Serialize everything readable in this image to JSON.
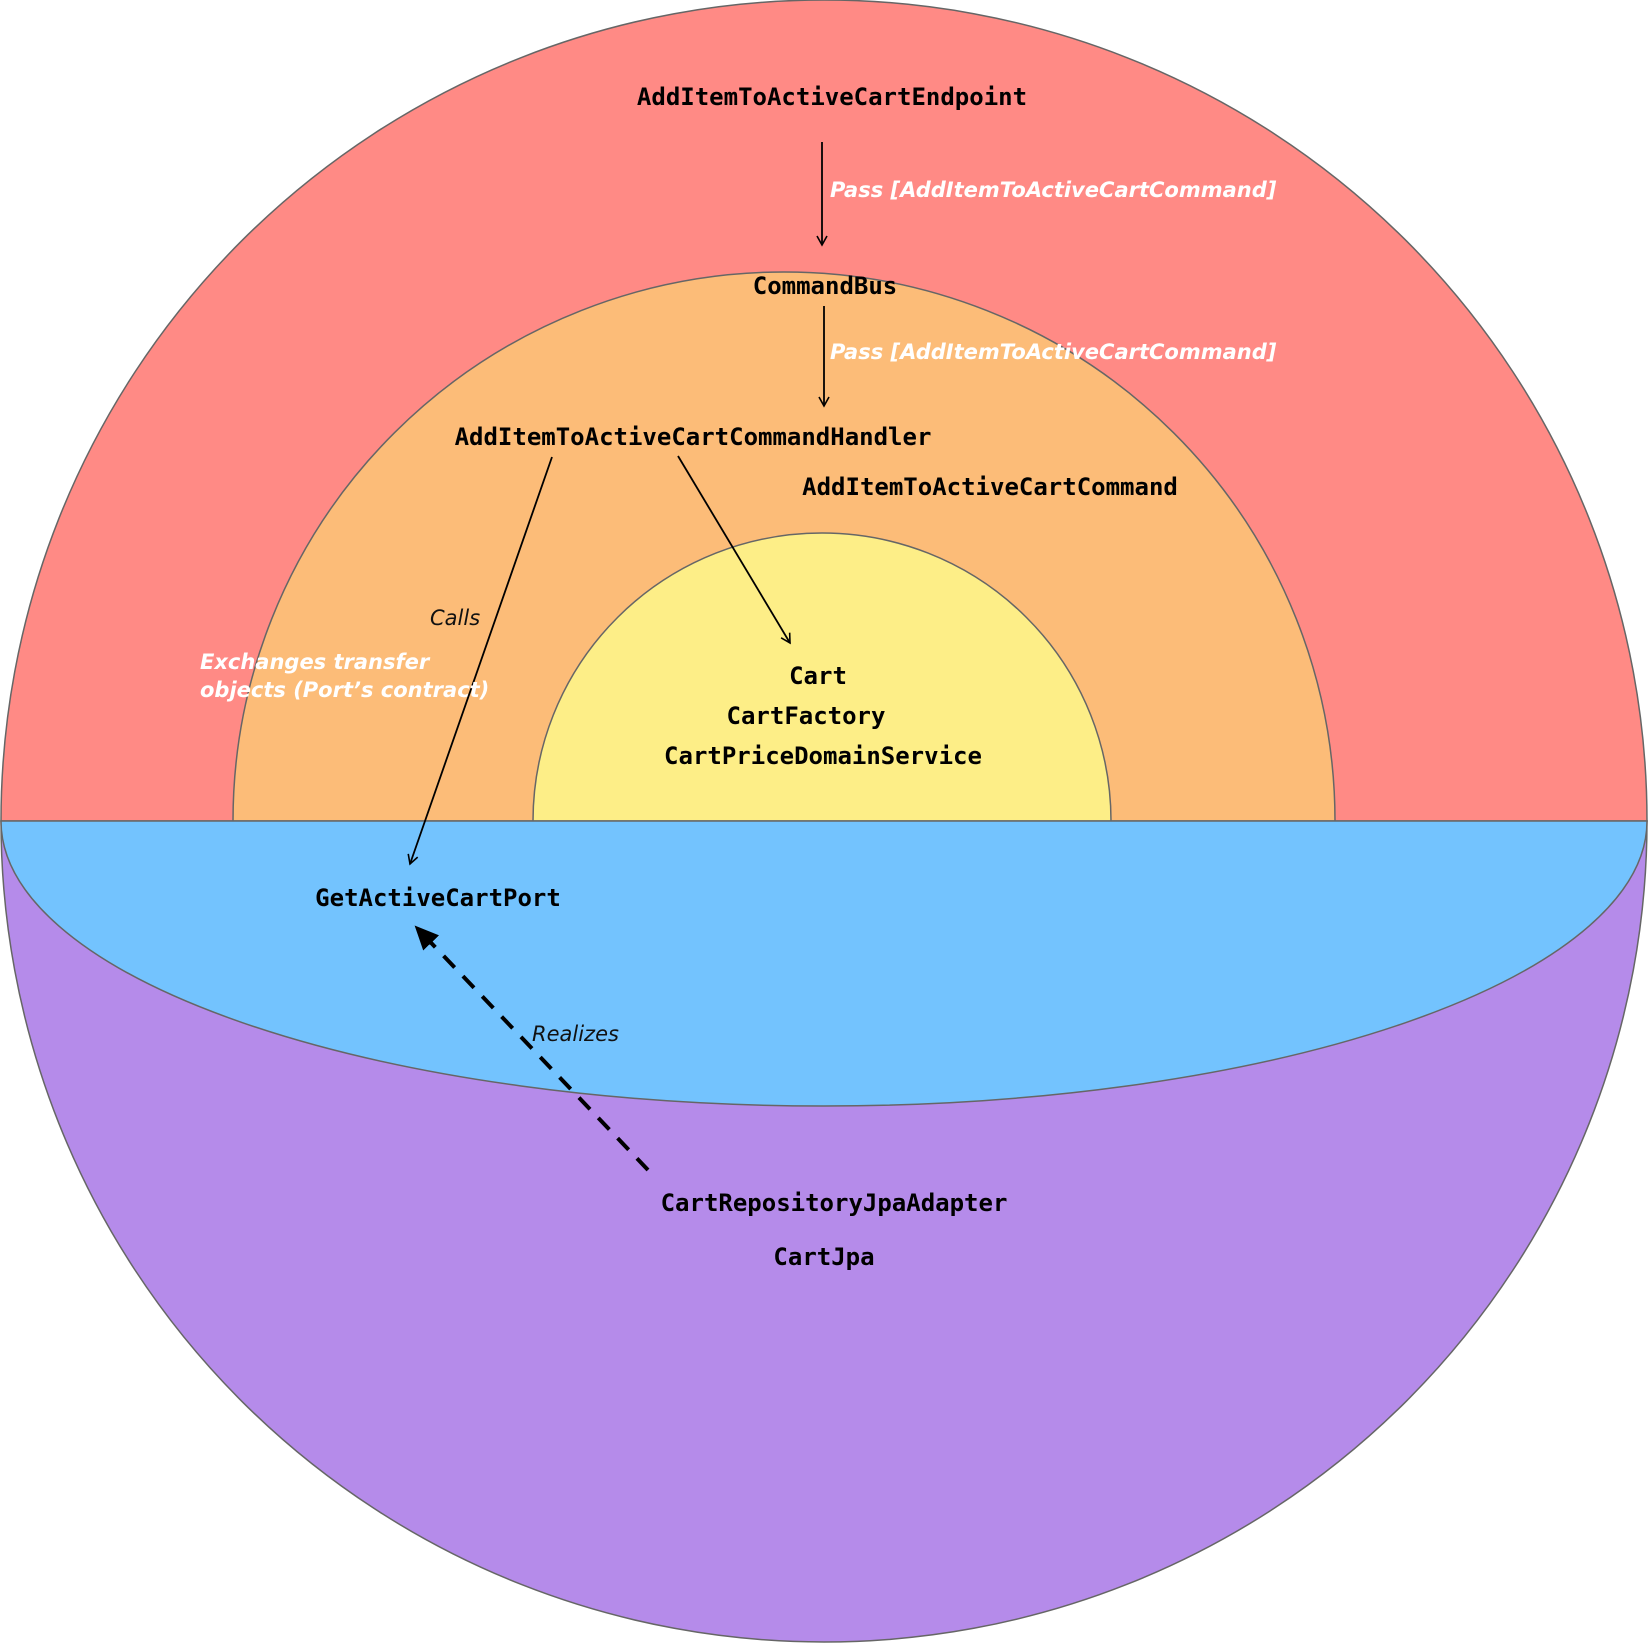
{
  "layers": {
    "infrastructure_in": {
      "color": "#ff8a85"
    },
    "application": {
      "color": "#fcbc78"
    },
    "domain": {
      "color": "#fdee87"
    },
    "ports": {
      "color": "#73c3fe"
    },
    "infrastructure_out": {
      "color": "#b58bea"
    },
    "outline_color": "#666666"
  },
  "labels": {
    "endpoint": "AddItemToActiveCartEndpoint",
    "command_bus": "CommandBus",
    "command_handler": "AddItemToActiveCartCommandHandler",
    "command": "AddItemToActiveCartCommand",
    "cart": "Cart",
    "cart_factory": "CartFactory",
    "cart_price_domain_service": "CartPriceDomainService",
    "get_active_cart_port": "GetActiveCartPort",
    "cart_repository_jpa_adapter": "CartRepositoryJpaAdapter",
    "cart_jpa": "CartJpa"
  },
  "annotations": {
    "pass_1": "Pass [AddItemToActiveCartCommand]",
    "pass_2": "Pass [AddItemToActiveCartCommand]",
    "calls": "Calls",
    "exchanges_line1": "Exchanges transfer",
    "exchanges_line2": "objects (Port’s contract)",
    "realizes": "Realizes"
  }
}
